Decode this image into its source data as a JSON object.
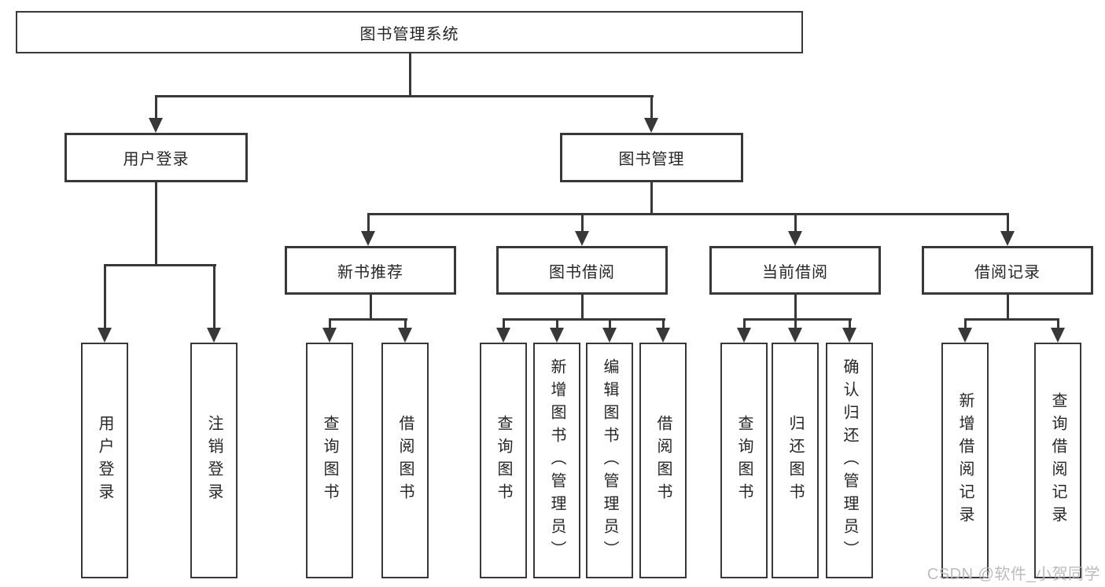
{
  "colors": {
    "line": "#383838",
    "text": "#262626",
    "watermark": "#b9b9b9"
  },
  "watermark": "CSDN @软件_小贺同学",
  "tree": {
    "root": "图书管理系统",
    "branches": [
      {
        "label": "用户登录",
        "children": [
          "用户登录",
          "注销登录"
        ]
      },
      {
        "label": "图书管理",
        "sections": [
          {
            "label": "新书推荐",
            "children": [
              "查询图书",
              "借阅图书"
            ]
          },
          {
            "label": "图书借阅",
            "children": [
              "查询图书",
              "新增图书（管理员）",
              "编辑图书（管理员）",
              "借阅图书"
            ]
          },
          {
            "label": "当前借阅",
            "children": [
              "查询图书",
              "归还图书",
              "确认归还（管理员）"
            ]
          },
          {
            "label": "借阅记录",
            "children": [
              "新增借阅记录",
              "查询借阅记录"
            ]
          }
        ]
      }
    ]
  }
}
